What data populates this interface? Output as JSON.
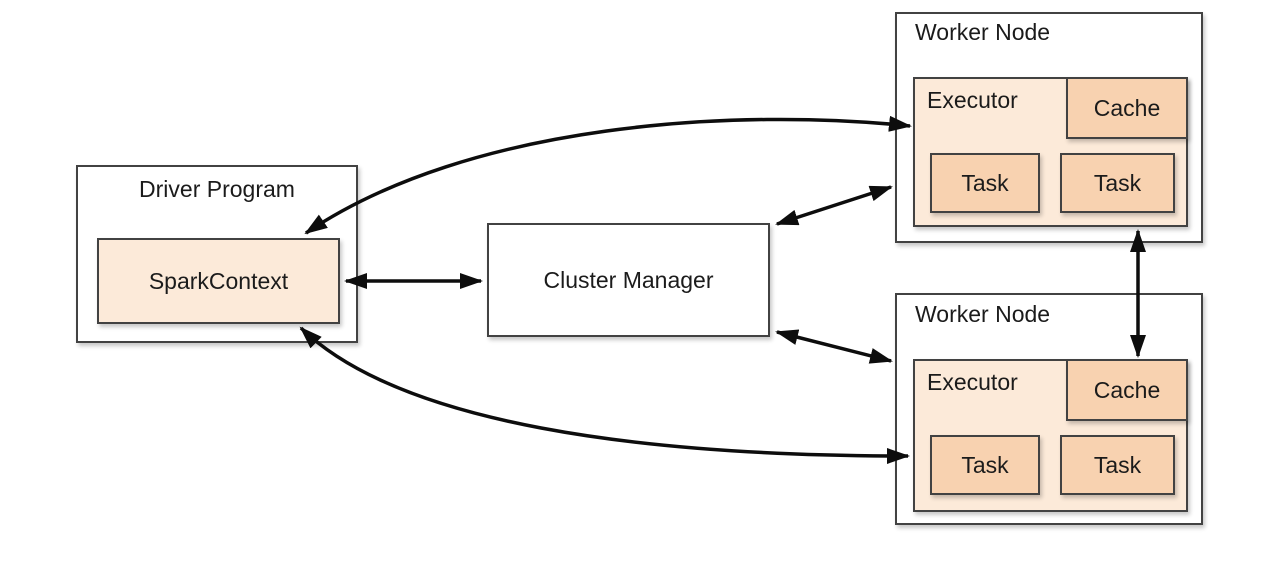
{
  "colors": {
    "background": "#ffffff",
    "box_fill_light": "#fcead9",
    "box_fill_accent": "#f8d2b0",
    "box_border": "#424242",
    "arrow": "#0d0d0d"
  },
  "driver": {
    "title": "Driver Program",
    "spark_context_label": "SparkContext"
  },
  "cluster_manager": {
    "label": "Cluster Manager"
  },
  "workers": [
    {
      "title": "Worker Node",
      "executor_label": "Executor",
      "cache_label": "Cache",
      "task_labels": [
        "Task",
        "Task"
      ]
    },
    {
      "title": "Worker Node",
      "executor_label": "Executor",
      "cache_label": "Cache",
      "task_labels": [
        "Task",
        "Task"
      ]
    }
  ]
}
